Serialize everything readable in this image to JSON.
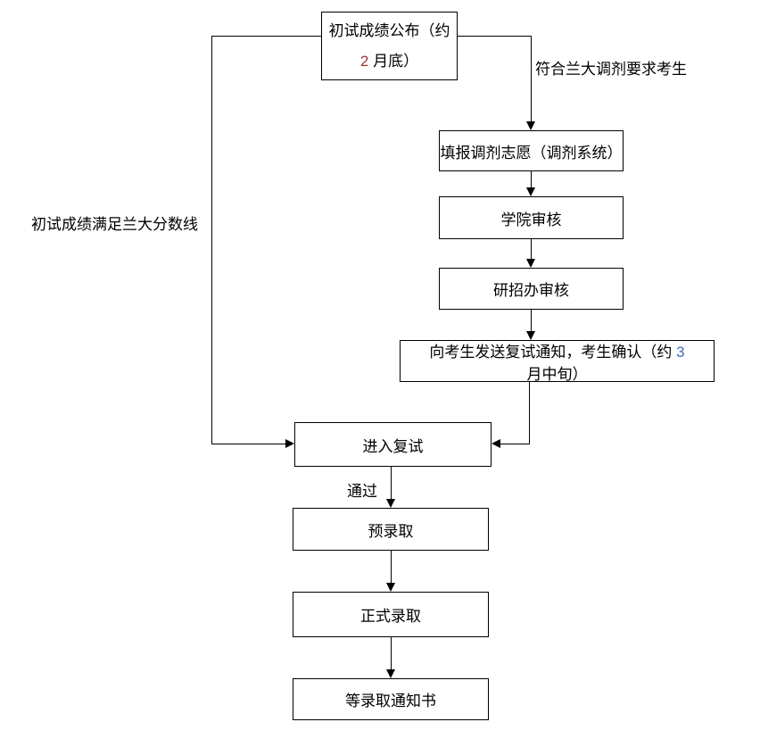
{
  "nodes": {
    "announce": {
      "line1": "初试成绩公布（约",
      "num": "2",
      "suffix": " 月底）"
    },
    "apply": {
      "label": "填报调剂志愿（调剂系统）"
    },
    "college_review": {
      "label": "学院审核"
    },
    "admissions_review": {
      "label": "研招办审核"
    },
    "notice": {
      "prefix": "向考生发送复试通知，考生确认（约 ",
      "num": "3",
      "suffix": " 月中旬）"
    },
    "retest": {
      "label": "进入复试"
    },
    "pre_admission": {
      "label": "预录取"
    },
    "formal_admission": {
      "label": "正式录取"
    },
    "wait_letter": {
      "label": "等录取通知书"
    }
  },
  "labels": {
    "right_branch": "符合兰大调剂要求考生",
    "left_branch": "初试成绩满足兰大分数线",
    "pass": "通过"
  },
  "colors": {
    "num_red": "#953734",
    "num_blue": "#3E6CB5",
    "line": "#000000"
  }
}
